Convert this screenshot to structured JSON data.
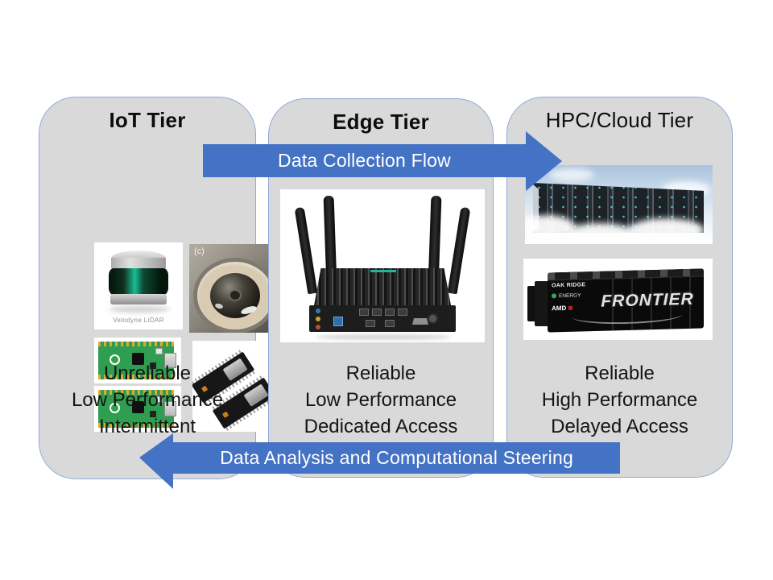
{
  "tiers": [
    {
      "title": "IoT Tier",
      "attributes": [
        "Unreliable",
        "Low Performance",
        "Intermittent"
      ],
      "images": {
        "lidar_caption": "Velodyne LiDAR",
        "camera_label": "(c)"
      }
    },
    {
      "title": "Edge Tier",
      "attributes": [
        "Reliable",
        "Low Performance",
        "Dedicated Access"
      ]
    },
    {
      "title": "HPC/Cloud Tier",
      "attributes": [
        "Reliable",
        "High Performance",
        "Delayed Access"
      ],
      "images": {
        "frontier_label": "FRONTIER",
        "oak_ridge_label": "OAK RIDGE",
        "energy_label": "ENERGY",
        "amd_label": "AMD"
      }
    }
  ],
  "arrows": {
    "collection": {
      "label": "Data Collection Flow",
      "direction": "right"
    },
    "steering": {
      "label": "Data Analysis and Computational Steering",
      "direction": "left"
    }
  },
  "colors": {
    "box_fill": "#d9d9d9",
    "box_border": "#8faadc",
    "arrow_fill": "#4472c4",
    "arrow_text": "#ffffff",
    "title_text": "#0d0d0d"
  }
}
